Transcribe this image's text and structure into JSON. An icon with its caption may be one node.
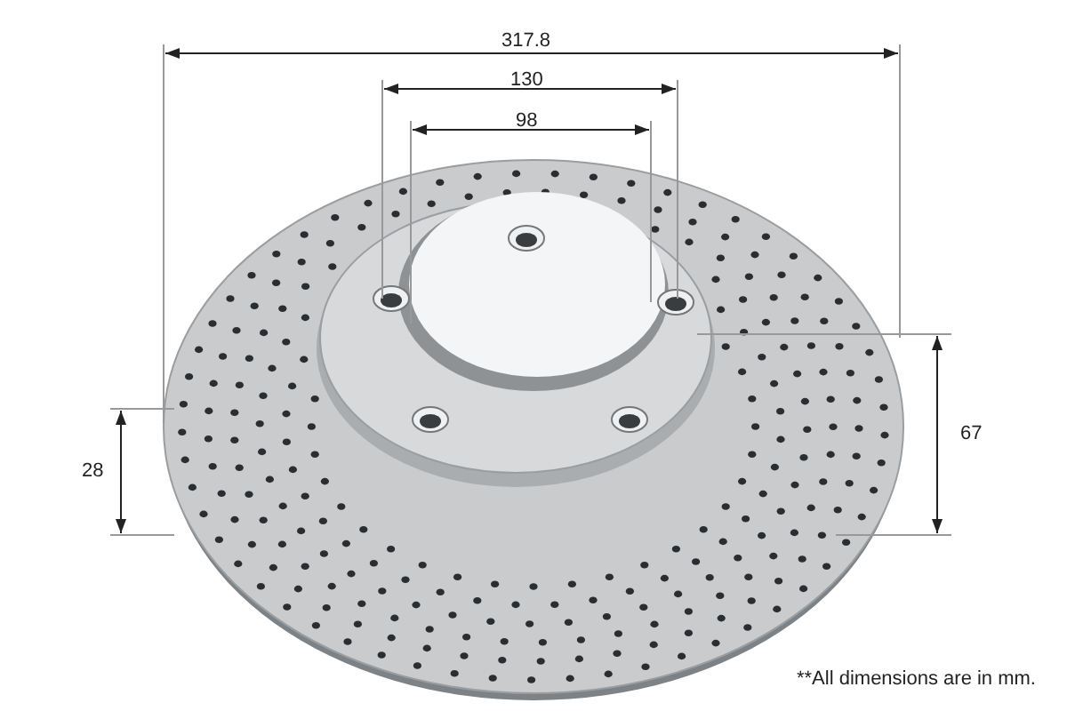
{
  "diagram": {
    "labels": [
      "317.8",
      "130",
      "98",
      "28",
      "67",
      "**All dimensions are in mm."
    ]
  }
}
